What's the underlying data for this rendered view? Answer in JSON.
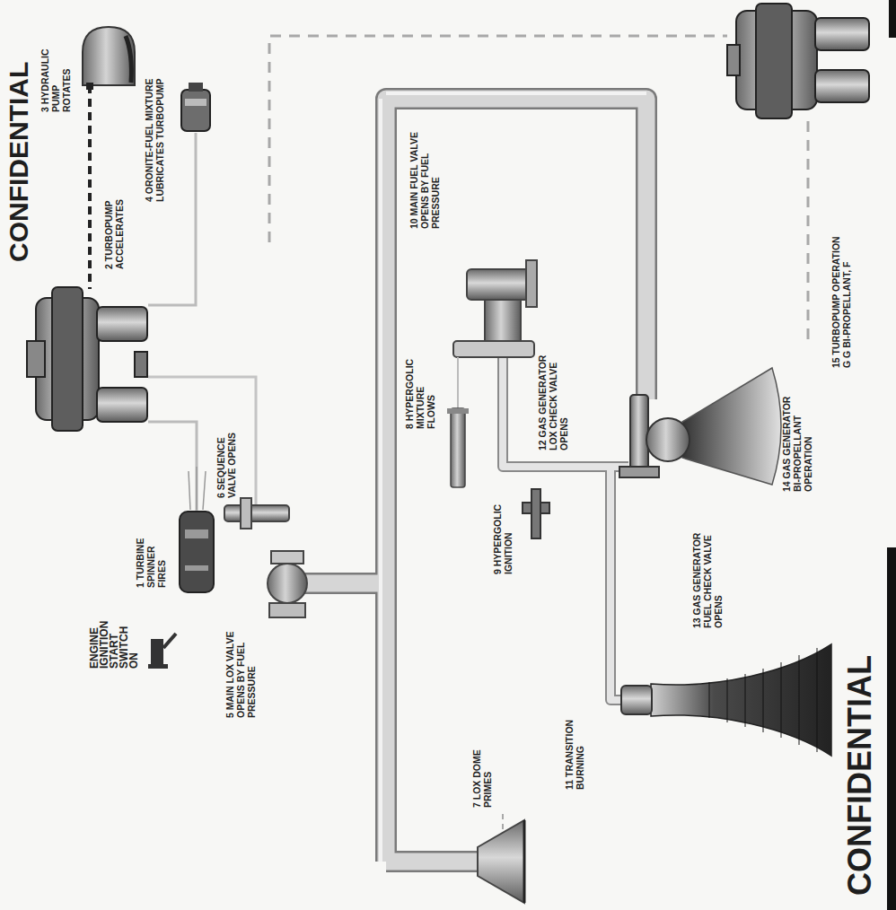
{
  "diagram": {
    "labels": [
      "CONFIDENTIAL",
      "ENGINE IGNITION START SWITCH ON",
      "1 TURBINE SPINNER FIRES",
      "2 TURBOPUMP ACCELERATES",
      "3 HYDRAULIC PUMP ROTATES",
      "4 ORONITE-FUEL MIXTURE LUBRICATES TURBOPUMP",
      "5 MAIN LOX VALVE OPENS BY FUEL PRESSURE",
      "6 SEQUENCE VALVE OPENS",
      "7 LOX DOME PRIMES",
      "8 HYPERGOLIC MIXTURE FLOWS",
      "9 HYPERGOLIC IGNITION",
      "10 MAIN FUEL VALVE OPENS BY FUEL PRESSURE",
      "11 TRANSITION BURNING",
      "12 GAS GENERATOR LOX CHECK VALVE OPENS",
      "13 GAS GENERATOR FUEL CHECK VALVE OPENS",
      "14 GAS GENERATOR BI-PROPELLANT OPERATION",
      "15 TURBOPUMP OPERATION G G BI-PROPELLANT, F",
      "CONFIDENTIAL"
    ]
  }
}
